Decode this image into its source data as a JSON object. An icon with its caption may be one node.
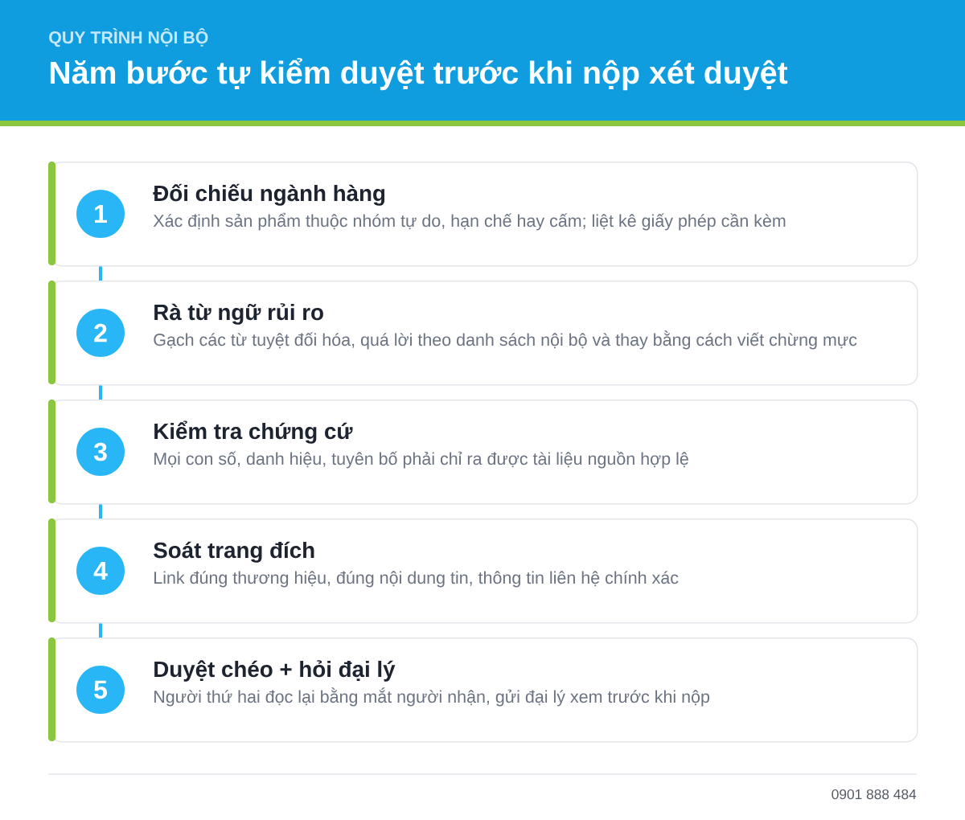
{
  "diagram": {
    "title": "Năm bước tự kiểm duyệt trước khi nộp xét duyệt",
    "nodes": [
      {
        "text": [
          "Đối chiếu ngành hàng",
          "Xác định sản phẩm thuộc nhóm tự do, hạn chế hay cấm; liệt kê giấy phép cần kèm"
        ]
      },
      {
        "text": [
          "1"
        ],
        "in": 0
      },
      {
        "text": [
          "Rà từ ngữ rủi ro",
          "Gạch các từ tuyệt đối hóa, quá lời theo danh sách nội bộ và thay bằng cách viết chừng mực"
        ]
      },
      {
        "text": [
          "2"
        ],
        "in": 2
      },
      {
        "text": [
          "Kiểm tra chứng cứ",
          "Mọi con số, danh hiệu, tuyên bố phải chỉ ra được tài liệu nguồn hợp lệ"
        ]
      },
      {
        "text": [
          "3"
        ],
        "in": 4
      },
      {
        "text": [
          "Soát trang đích",
          "Link đúng thương hiệu, đúng nội dung tin, thông tin liên hệ chính xác"
        ]
      },
      {
        "text": [
          "4"
        ],
        "in": 6
      },
      {
        "text": [
          "Duyệt chéo + hỏi đại lý",
          "Người thứ hai đọc lại bằng mắt người nhận, gửi đại lý xem trước khi nộp"
        ]
      },
      {
        "text": [
          "5"
        ],
        "in": 8
      }
    ],
    "edges": [
      {
        "from": 0,
        "to": 2,
        "arrow": "none"
      },
      {
        "from": 2,
        "to": 4,
        "arrow": "none"
      },
      {
        "from": 4,
        "to": 6,
        "arrow": "none"
      },
      {
        "from": 6,
        "to": 8,
        "arrow": "none"
      }
    ],
    "labels": [
      "QUY TRÌNH NỘI BỘ",
      "0901 888 484"
    ]
  }
}
